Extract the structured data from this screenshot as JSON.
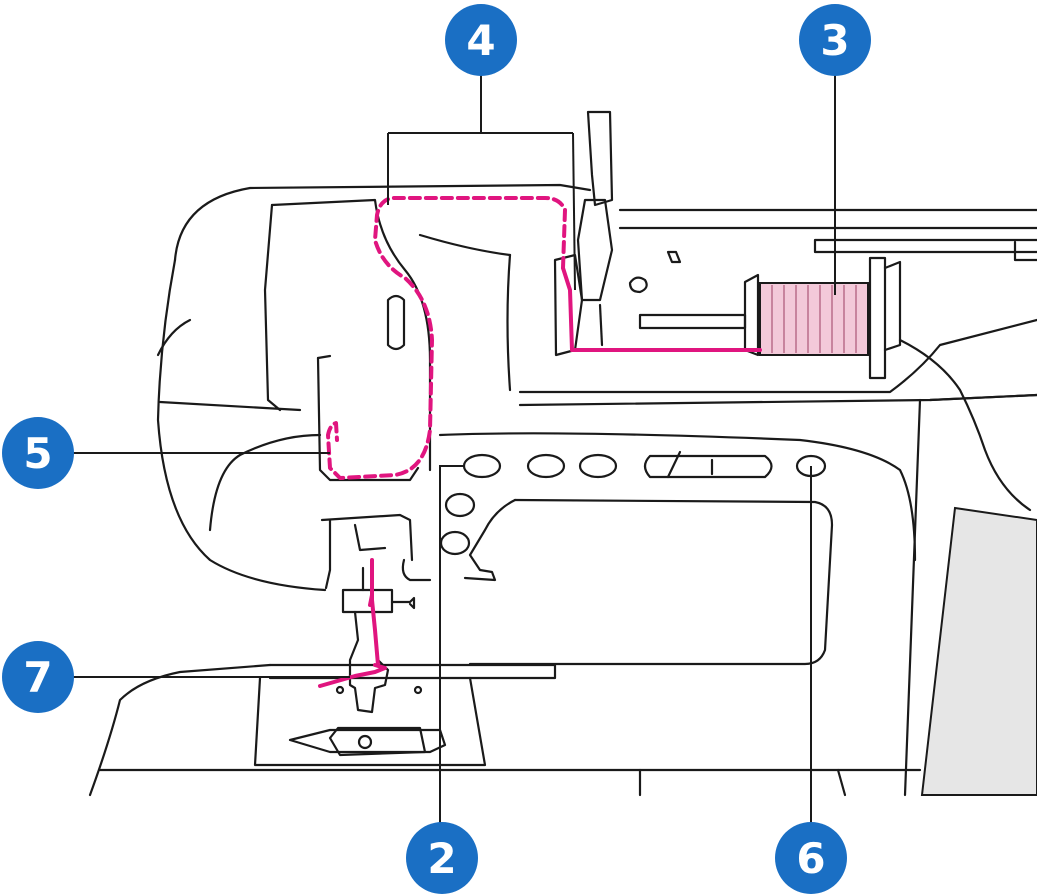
{
  "colors": {
    "badge_fill": "#1a6fc4",
    "badge_text": "#ffffff",
    "thread": "#e0157f",
    "spool": "#f3c9d9",
    "line": "#1a1a1a",
    "screen": "#e6e6e6"
  },
  "callouts": [
    {
      "id": "callout-2",
      "label": "2"
    },
    {
      "id": "callout-3",
      "label": "3"
    },
    {
      "id": "callout-4",
      "label": "4"
    },
    {
      "id": "callout-5",
      "label": "5"
    },
    {
      "id": "callout-6",
      "label": "6"
    },
    {
      "id": "callout-7",
      "label": "7"
    }
  ]
}
